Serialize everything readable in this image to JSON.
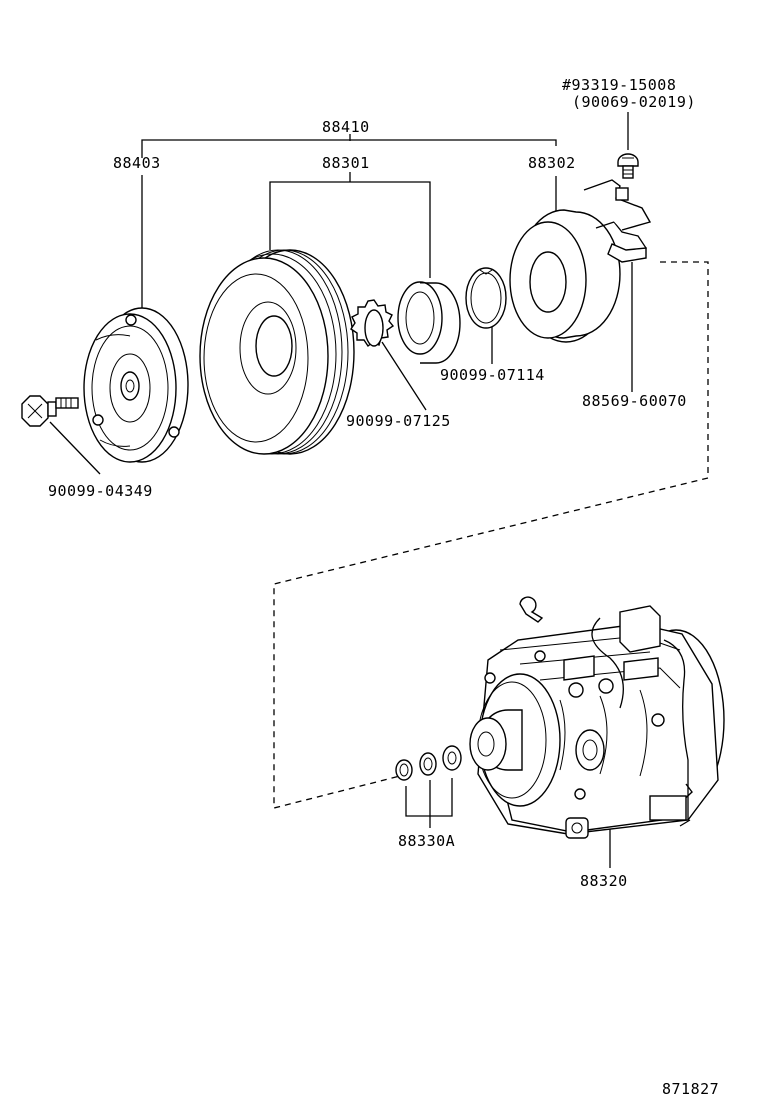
{
  "colors": {
    "ink": "#000000",
    "paper": "#ffffff"
  },
  "labels": {
    "hash_part": "#93319-15008",
    "alt_part": "(90069-02019)",
    "clutch_assembly": "88410",
    "pressure_plate": "88403",
    "pulley": "88301",
    "stator_coil": "88302",
    "snap_ring_bearing": "90099-07114",
    "retaining_ring": "90099-07125",
    "coil_clamp": "88569-60070",
    "bolt": "90099-04349",
    "shims": "88330A",
    "compressor": "88320",
    "diagram_id": "871827"
  }
}
